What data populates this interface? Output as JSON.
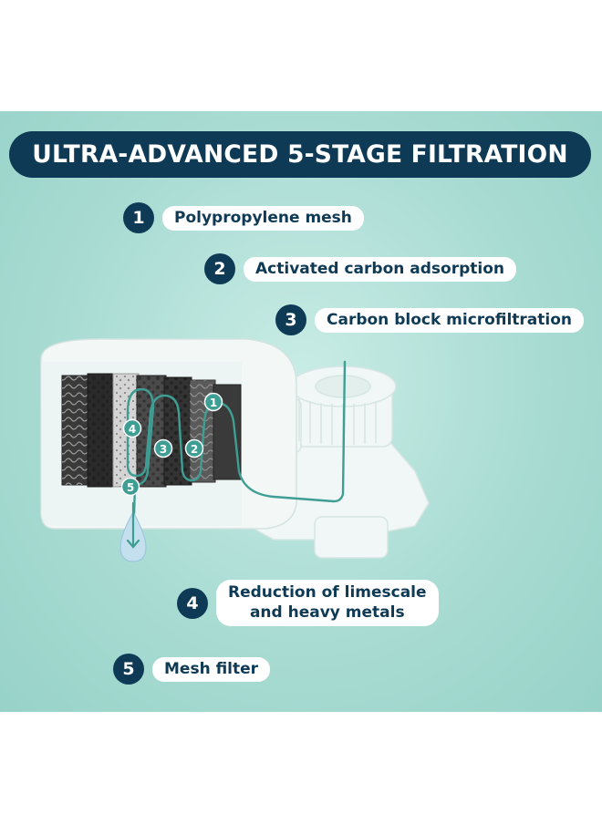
{
  "title": "ULTRA-ADVANCED 5-STAGE FILTRATION",
  "colors": {
    "navy": "#0f3a55",
    "teal_background": "#a9dcd3",
    "teal_line": "#3f9e94",
    "white": "#ffffff"
  },
  "steps": [
    {
      "number": "1",
      "label": "Polypropylene mesh"
    },
    {
      "number": "2",
      "label": "Activated carbon adsorption"
    },
    {
      "number": "3",
      "label": "Carbon block microfiltration"
    },
    {
      "number": "4",
      "label_line1": "Reduction of limescale",
      "label_line2": "and heavy metals"
    },
    {
      "number": "5",
      "label": "Mesh filter"
    }
  ],
  "diagram_markers": [
    "1",
    "2",
    "3",
    "4",
    "5"
  ],
  "icons": [
    "water-drop-icon",
    "down-arrow-icon"
  ]
}
